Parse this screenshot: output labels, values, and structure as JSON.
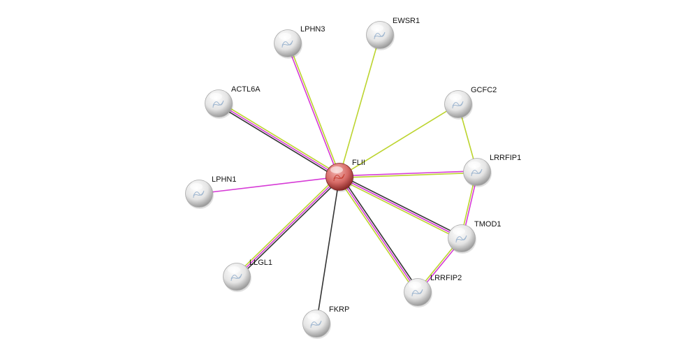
{
  "network": {
    "center": "FLII",
    "nodes": [
      {
        "id": "FLII",
        "label": "FLII",
        "query": true
      },
      {
        "id": "LPHN3",
        "label": "LPHN3",
        "query": false
      },
      {
        "id": "EWSR1",
        "label": "EWSR1",
        "query": false
      },
      {
        "id": "ACTL6A",
        "label": "ACTL6A",
        "query": false
      },
      {
        "id": "GCFC2",
        "label": "GCFC2",
        "query": false
      },
      {
        "id": "LRRFIP1",
        "label": "LRRFIP1",
        "query": false
      },
      {
        "id": "LPHN1",
        "label": "LPHN1",
        "query": false
      },
      {
        "id": "TMOD1",
        "label": "TMOD1",
        "query": false
      },
      {
        "id": "LLGL1",
        "label": "LLGL1",
        "query": false
      },
      {
        "id": "LRRFIP2",
        "label": "LRRFIP2",
        "query": false
      },
      {
        "id": "FKRP",
        "label": "FKRP",
        "query": false
      }
    ],
    "edges": [
      {
        "source": "FLII",
        "target": "LPHN3",
        "evidence": [
          "experiments",
          "textmining"
        ]
      },
      {
        "source": "FLII",
        "target": "EWSR1",
        "evidence": [
          "textmining"
        ]
      },
      {
        "source": "FLII",
        "target": "ACTL6A",
        "evidence": [
          "coexpression",
          "experiments",
          "textmining"
        ]
      },
      {
        "source": "FLII",
        "target": "GCFC2",
        "evidence": [
          "textmining"
        ]
      },
      {
        "source": "FLII",
        "target": "LRRFIP1",
        "evidence": [
          "experiments",
          "textmining"
        ]
      },
      {
        "source": "FLII",
        "target": "LPHN1",
        "evidence": [
          "experiments"
        ]
      },
      {
        "source": "FLII",
        "target": "TMOD1",
        "evidence": [
          "coexpression",
          "experiments",
          "textmining"
        ]
      },
      {
        "source": "FLII",
        "target": "LLGL1",
        "evidence": [
          "coexpression",
          "experiments",
          "textmining"
        ]
      },
      {
        "source": "FLII",
        "target": "LRRFIP2",
        "evidence": [
          "coexpression",
          "experiments",
          "textmining"
        ]
      },
      {
        "source": "FLII",
        "target": "FKRP",
        "evidence": [
          "coexpression"
        ]
      },
      {
        "source": "GCFC2",
        "target": "LRRFIP1",
        "evidence": [
          "textmining"
        ]
      },
      {
        "source": "LRRFIP1",
        "target": "TMOD1",
        "evidence": [
          "experiments",
          "textmining"
        ]
      },
      {
        "source": "TMOD1",
        "target": "LRRFIP2",
        "evidence": [
          "experiments",
          "textmining"
        ]
      }
    ],
    "evidence_colors": {
      "coexpression": "#333333",
      "experiments": "#d63ad6",
      "textmining": "#bcd42e"
    },
    "node_colors": {
      "query": "#c9504f",
      "other": "#d8d8d8"
    }
  }
}
